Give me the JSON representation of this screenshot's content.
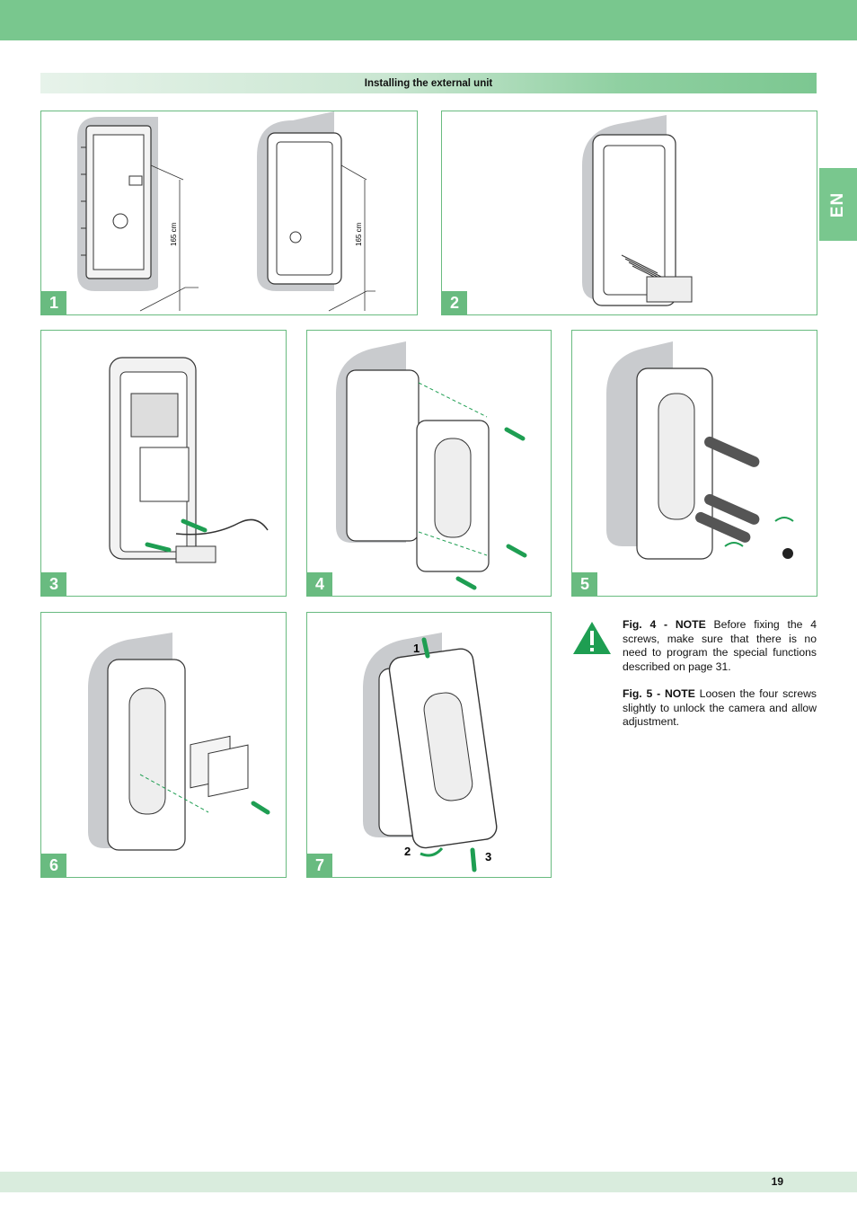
{
  "header": {
    "section_title": "Installing the external unit",
    "lang_tab": "EN"
  },
  "figures": [
    {
      "number": "1",
      "height_label_left": "165 cm",
      "height_label_right": "165 cm"
    },
    {
      "number": "2"
    },
    {
      "number": "3"
    },
    {
      "number": "4"
    },
    {
      "number": "5"
    },
    {
      "number": "6"
    },
    {
      "number": "7",
      "step_labels": [
        "1",
        "2",
        "3"
      ]
    }
  ],
  "notes": [
    {
      "title": "Fig. 4 - NOTE",
      "text": " Before fixing the 4 screws, make sure that there is no need to program the special functions described on page 31."
    },
    {
      "title": "Fig. 5 - NOTE",
      "text": " Loosen the four screws slightly to unlock the camera and allow adjustment."
    }
  ],
  "icons": {
    "warning": "warning-triangle-icon",
    "arrow": "green-arrow-icon"
  },
  "colors": {
    "brand_green": "#79c78e",
    "panel_border": "#69bb80",
    "arrow_green": "#1e9e52",
    "footer": "#d9ecdd"
  },
  "footer": {
    "page_number": "19"
  }
}
